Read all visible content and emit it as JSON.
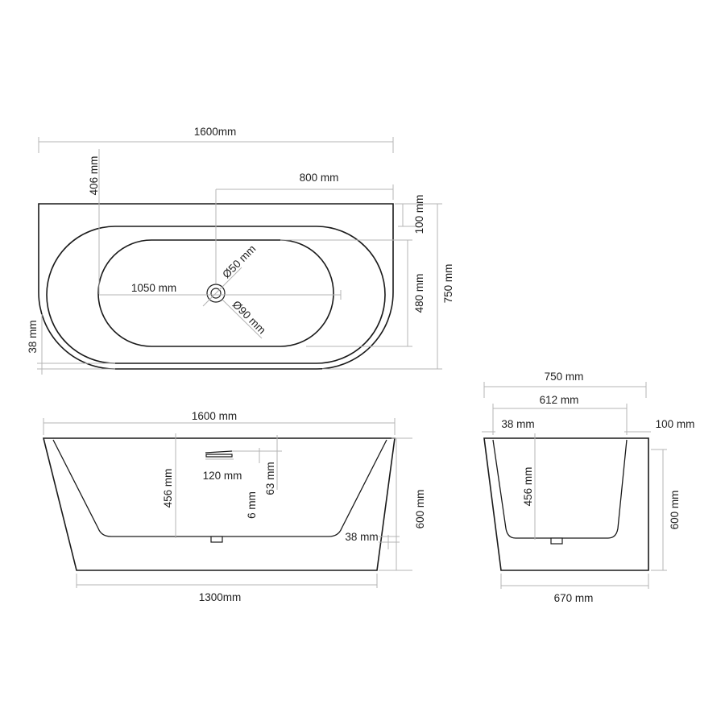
{
  "top_view": {
    "overall_length": "1600mm",
    "half_length": "800 mm",
    "inner_offset_top": "406 mm",
    "inner_length": "1050 mm",
    "outer_waste": "Ø50 mm",
    "inner_waste": "Ø90 mm",
    "rim_back": "100 mm",
    "inner_width": "480 mm",
    "overall_width": "750 mm",
    "rim_front": "38 mm"
  },
  "front_view": {
    "top_length": "1600 mm",
    "overflow_width": "120 mm",
    "inner_depth": "456 mm",
    "overflow_offset": "6 mm",
    "overflow_height": "63 mm",
    "base_thickness": "38 mm",
    "overall_height": "600 mm",
    "base_length": "1300mm"
  },
  "side_view": {
    "overall_width": "750 mm",
    "inner_width": "612 mm",
    "rim_front": "38 mm",
    "rim_back": "100 mm",
    "inner_depth": "456 mm",
    "overall_height": "600 mm",
    "base_width": "670 mm"
  }
}
